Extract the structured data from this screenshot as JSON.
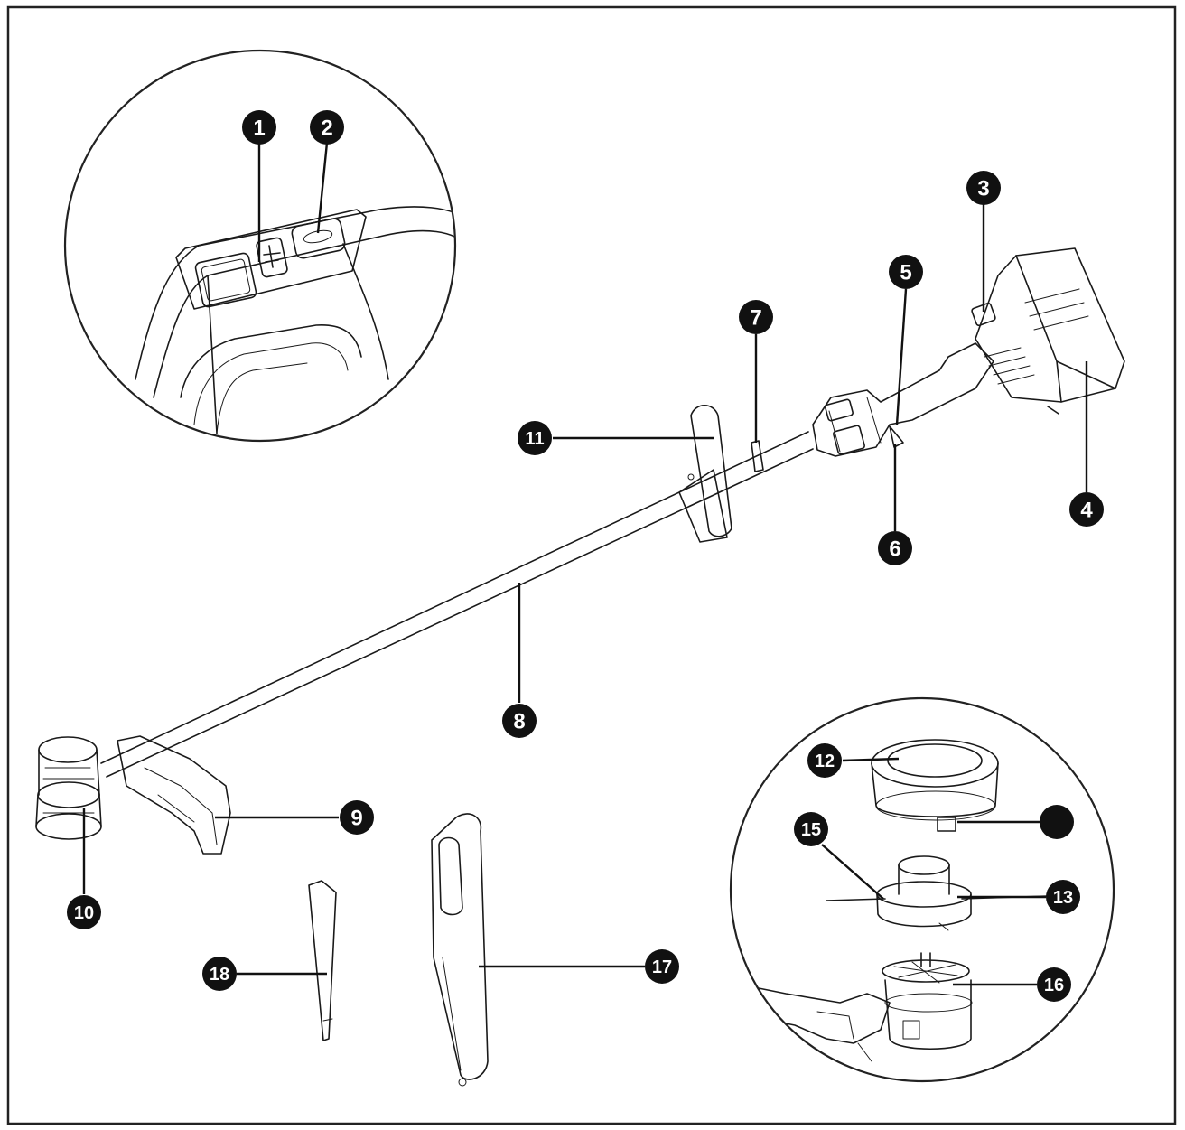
{
  "colors": {
    "outline": "#1a1a1a",
    "callout_fill": "#111111",
    "callout_text": "#ffffff",
    "background": "#ffffff"
  },
  "callouts": {
    "c1": "1",
    "c2": "2",
    "c3": "3",
    "c4": "4",
    "c5": "5",
    "c6": "6",
    "c7": "7",
    "c8": "8",
    "c9": "9",
    "c10": "10",
    "c11": "11",
    "c12": "12",
    "c13": "13",
    "c15": "15",
    "c16": "16",
    "c17": "17",
    "c18": "18"
  }
}
